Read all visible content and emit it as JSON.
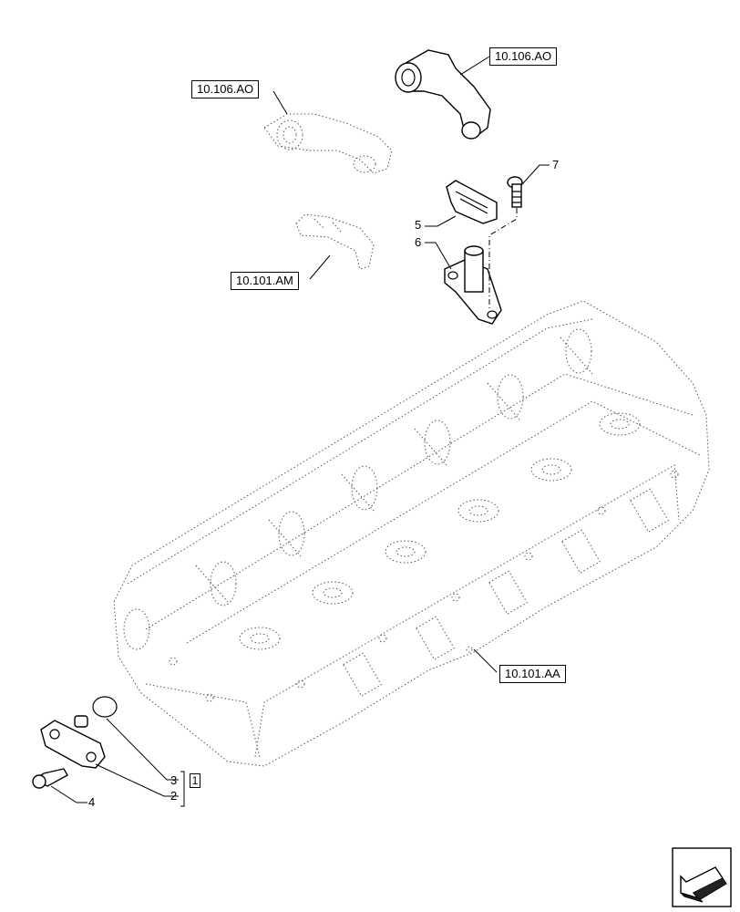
{
  "references": {
    "rocker_arm_right": "10.106.AO",
    "rocker_arm_left": "10.106.AO",
    "bridge": "10.101.AM",
    "cylinder_head": "10.101.AA"
  },
  "callouts": {
    "c2": "2",
    "c3": "3",
    "c4": "4",
    "c5": "5",
    "c6": "6",
    "c7": "7"
  },
  "note": "1",
  "icons": {
    "navigation": "arrow-left-down-icon"
  }
}
